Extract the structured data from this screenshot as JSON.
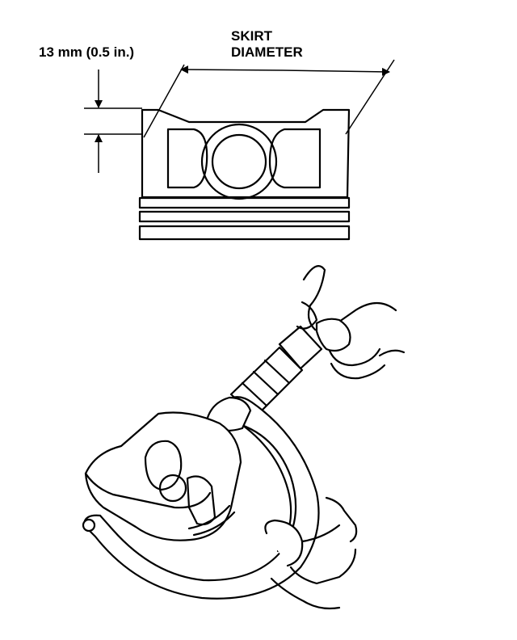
{
  "labels": {
    "offset": "13 mm (0.5 in.)",
    "skirt_line1": "SKIRT",
    "skirt_line2": "DIAMETER"
  }
}
